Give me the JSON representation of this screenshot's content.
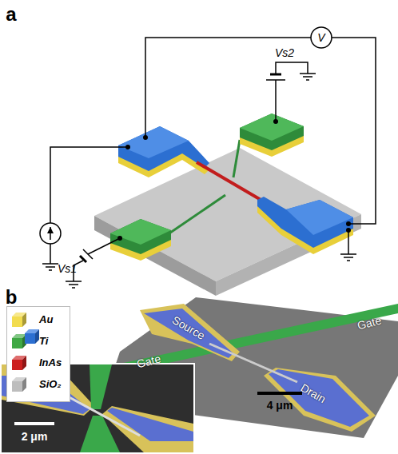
{
  "diagram": {
    "labels": [
      "a",
      "Vs2",
      "V",
      "Vs1",
      "b",
      "Source",
      "Gate",
      "Gate",
      "Drain",
      "4 μm",
      "2 μm"
    ],
    "legend": [
      {
        "text": "Au",
        "color": "#f2dc4e"
      },
      {
        "text": "Ti",
        "color": "#3fa844"
      },
      {
        "text": "InAs",
        "color": "#cc2020"
      },
      {
        "text": "SiO₂",
        "color": "#bdbdbd"
      }
    ]
  }
}
